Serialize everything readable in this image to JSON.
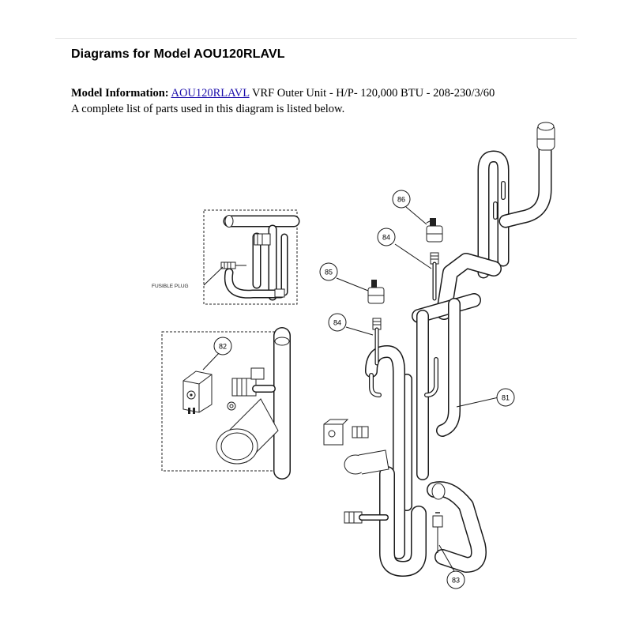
{
  "page": {
    "title": "Diagrams for Model AOU120RLAVL",
    "model_info_label": "Model Information:",
    "model_link": "AOU120RLAVL",
    "model_description": "VRF Outer Unit - H/P- 120,000 BTU - 208-230/3/60",
    "parts_note": "A complete list of parts used in this diagram is listed below."
  },
  "diagram": {
    "inset_label": "FUSIBLE PLUG",
    "callouts": {
      "c86": "86",
      "c84a": "84",
      "c85": "85",
      "c84b": "84",
      "c82": "82",
      "c81": "81",
      "c83": "83"
    }
  }
}
